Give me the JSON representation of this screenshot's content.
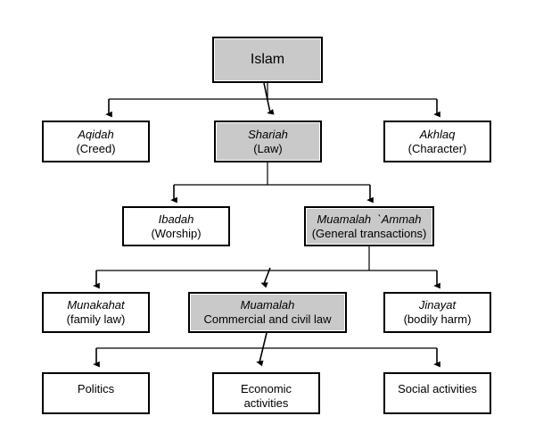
{
  "diagram": {
    "type": "hierarchy-flowchart",
    "title": "Islam",
    "accent_shaded_color": "#c9c9c9",
    "line_color": "#000000",
    "background_color": "#ffffff",
    "levels": [
      {
        "level": 1,
        "nodes": [
          {
            "id": "islam",
            "line1": "Islam",
            "line2": "",
            "shaded": true
          }
        ]
      },
      {
        "level": 2,
        "nodes": [
          {
            "id": "aqidah",
            "line1": "Aqidah",
            "line2": "(Creed)",
            "shaded": false
          },
          {
            "id": "shariah",
            "line1": "Shariah",
            "line2": "(Law)",
            "shaded": true
          },
          {
            "id": "akhlaq",
            "line1": "Akhlaq",
            "line2": "(Character)",
            "shaded": false
          }
        ]
      },
      {
        "level": 3,
        "nodes": [
          {
            "id": "ibadah",
            "line1": "Ibadah",
            "line2": "(Worship)",
            "shaded": false
          },
          {
            "id": "muamalah-ammah",
            "line1": "Muamalah  `Ammah",
            "line2": "(General transactions)",
            "shaded": true
          }
        ]
      },
      {
        "level": 4,
        "nodes": [
          {
            "id": "munakahat",
            "line1": "Munakahat",
            "line2": "(family law)",
            "shaded": false
          },
          {
            "id": "muamalah",
            "line1": "Muamalah",
            "line2": "Commercial and civil law",
            "shaded": true
          },
          {
            "id": "jinayat",
            "line1": "Jinayat",
            "line2": "(bodily harm)",
            "shaded": false
          }
        ]
      },
      {
        "level": 5,
        "nodes": [
          {
            "id": "politics",
            "line1": "Politics",
            "line2": "",
            "shaded": false
          },
          {
            "id": "economic-activities",
            "line1": "Economic",
            "line2": "activities",
            "shaded": false
          },
          {
            "id": "social-activities",
            "line1": "Social activities",
            "line2": "",
            "shaded": false
          }
        ]
      }
    ],
    "connections": [
      {
        "from": "islam",
        "to": "aqidah"
      },
      {
        "from": "islam",
        "to": "shariah"
      },
      {
        "from": "islam",
        "to": "akhlaq"
      },
      {
        "from": "shariah",
        "to": "ibadah"
      },
      {
        "from": "shariah",
        "to": "muamalah-ammah"
      },
      {
        "from": "muamalah-ammah",
        "to": "munakahat"
      },
      {
        "from": "muamalah-ammah",
        "to": "muamalah"
      },
      {
        "from": "muamalah-ammah",
        "to": "jinayat"
      },
      {
        "from": "muamalah",
        "to": "politics"
      },
      {
        "from": "muamalah",
        "to": "economic-activities"
      },
      {
        "from": "muamalah",
        "to": "social-activities"
      }
    ]
  }
}
